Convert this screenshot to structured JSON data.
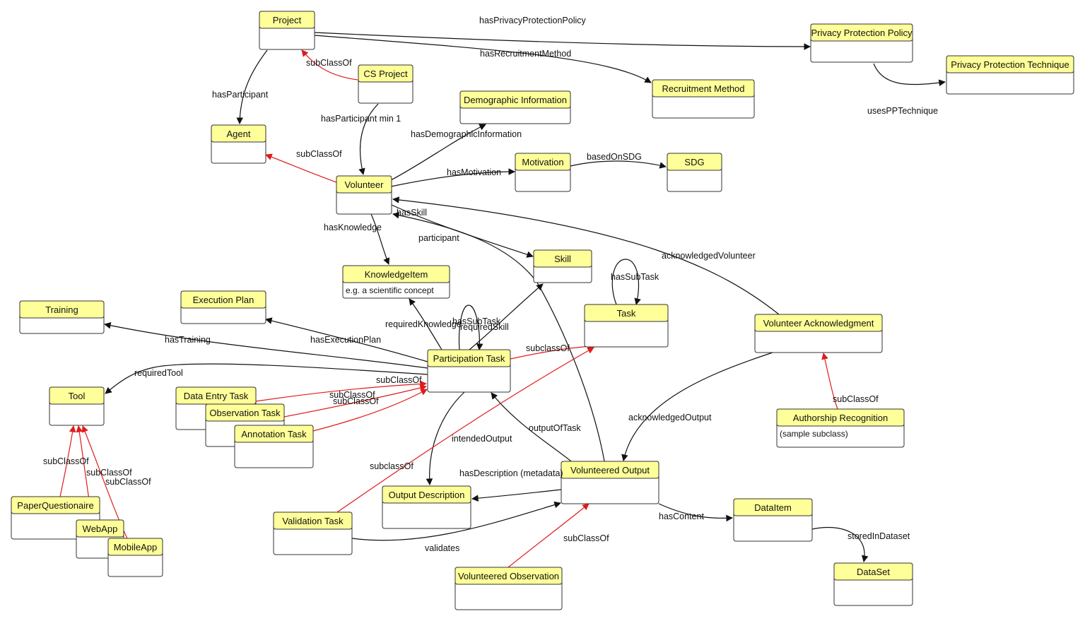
{
  "classes": [
    {
      "id": "project",
      "label": "Project"
    },
    {
      "id": "privacy_policy",
      "label": "Privacy Protection Policy"
    },
    {
      "id": "privacy_technique",
      "label": "Privacy Protection Technique"
    },
    {
      "id": "cs_project",
      "label": "CS Project"
    },
    {
      "id": "recruitment_method",
      "label": "Recruitment Method"
    },
    {
      "id": "demographic_info",
      "label": "Demographic Information"
    },
    {
      "id": "agent",
      "label": "Agent"
    },
    {
      "id": "motivation",
      "label": "Motivation"
    },
    {
      "id": "sdg",
      "label": "SDG"
    },
    {
      "id": "volunteer",
      "label": "Volunteer"
    },
    {
      "id": "skill",
      "label": "Skill"
    },
    {
      "id": "knowledge_item",
      "label": "KnowledgeItem",
      "note": "e.g. a scientific concept"
    },
    {
      "id": "execution_plan",
      "label": "Execution Plan"
    },
    {
      "id": "training",
      "label": "Training"
    },
    {
      "id": "task",
      "label": "Task"
    },
    {
      "id": "volunteer_ack",
      "label": "Volunteer Acknowledgment"
    },
    {
      "id": "participation_task",
      "label": "Participation Task"
    },
    {
      "id": "tool",
      "label": "Tool"
    },
    {
      "id": "data_entry_task",
      "label": "Data Entry Task"
    },
    {
      "id": "observation_task",
      "label": "Observation Task"
    },
    {
      "id": "annotation_task",
      "label": "Annotation Task"
    },
    {
      "id": "authorship_recognition",
      "label": "Authorship Recognition",
      "note": "(sample subclass)"
    },
    {
      "id": "volunteered_output",
      "label": "Volunteered Output"
    },
    {
      "id": "output_description",
      "label": "Output Description"
    },
    {
      "id": "paper_questionnaire",
      "label": "PaperQuestionaire"
    },
    {
      "id": "validation_task",
      "label": "Validation Task"
    },
    {
      "id": "web_app",
      "label": "WebApp"
    },
    {
      "id": "mobile_app",
      "label": "MobileApp"
    },
    {
      "id": "data_item",
      "label": "DataItem"
    },
    {
      "id": "volunteered_observation",
      "label": "Volunteered Observation"
    },
    {
      "id": "data_set",
      "label": "DataSet"
    }
  ],
  "edges": [
    {
      "id": "e_has_privacy",
      "label": "hasPrivacyProtectionPolicy",
      "kind": "property"
    },
    {
      "id": "e_has_recruit",
      "label": "hasRecruitmentMethod",
      "kind": "property"
    },
    {
      "id": "e_uses_ppt",
      "label": "usesPPTechnique",
      "kind": "property"
    },
    {
      "id": "e_cs_sub_project",
      "label": "subClassOf",
      "kind": "subclass"
    },
    {
      "id": "e_has_participant",
      "label": "hasParticipant",
      "kind": "property"
    },
    {
      "id": "e_has_participant_min",
      "label": "hasParticipant min 1",
      "kind": "property"
    },
    {
      "id": "e_vol_sub_agent",
      "label": "subClassOf",
      "kind": "subclass"
    },
    {
      "id": "e_has_demo",
      "label": "hasDemographicInformation",
      "kind": "property"
    },
    {
      "id": "e_has_motivation",
      "label": "hasMotivation",
      "kind": "property"
    },
    {
      "id": "e_based_sdg",
      "label": "basedOnSDG",
      "kind": "property"
    },
    {
      "id": "e_has_skill",
      "label": "hasSkill",
      "kind": "property"
    },
    {
      "id": "e_has_knowledge",
      "label": "hasKnowledge",
      "kind": "property"
    },
    {
      "id": "e_participant",
      "label": "participant",
      "kind": "property"
    },
    {
      "id": "e_ack_volunteer",
      "label": "acknowledgedVolunteer",
      "kind": "property"
    },
    {
      "id": "e_task_subtask",
      "label": "hasSubTask",
      "kind": "property"
    },
    {
      "id": "e_req_knowledge",
      "label": "requiredKnowledge",
      "kind": "property"
    },
    {
      "id": "e_pt_subtask",
      "label": "hasSubTask",
      "kind": "property"
    },
    {
      "id": "e_req_skill",
      "label": "requiredSkill",
      "kind": "property"
    },
    {
      "id": "e_has_exec",
      "label": "hasExecutionPlan",
      "kind": "property"
    },
    {
      "id": "e_has_training",
      "label": "hasTraining",
      "kind": "property"
    },
    {
      "id": "e_req_tool",
      "label": "requiredTool",
      "kind": "property"
    },
    {
      "id": "e_pt_sub_task",
      "label": "subclassOf",
      "kind": "subclass"
    },
    {
      "id": "e_de_sub_pt",
      "label": "subClassOf",
      "kind": "subclass"
    },
    {
      "id": "e_obs_sub_pt",
      "label": "subClassOf",
      "kind": "subclass"
    },
    {
      "id": "e_ann_sub_pt",
      "label": "subClassOf",
      "kind": "subclass"
    },
    {
      "id": "e_intended_output",
      "label": "intendedOutput",
      "kind": "property"
    },
    {
      "id": "e_output_of_task",
      "label": "outputOfTask",
      "kind": "property"
    },
    {
      "id": "e_ack_output",
      "label": "acknowledgedOutput",
      "kind": "property"
    },
    {
      "id": "e_auth_sub_ack",
      "label": "subClassOf",
      "kind": "subclass"
    },
    {
      "id": "e_has_description",
      "label": "hasDescription (metadata)",
      "kind": "property"
    },
    {
      "id": "e_val_sub_task",
      "label": "subclassOf",
      "kind": "subclass"
    },
    {
      "id": "e_validates",
      "label": "validates",
      "kind": "property"
    },
    {
      "id": "e_vobs_sub_vo",
      "label": "subClassOf",
      "kind": "subclass"
    },
    {
      "id": "e_has_content",
      "label": "hasContent",
      "kind": "property"
    },
    {
      "id": "e_stored_in",
      "label": "storedInDataset",
      "kind": "property"
    },
    {
      "id": "e_paper_sub_tool",
      "label": "subClassOf",
      "kind": "subclass"
    },
    {
      "id": "e_web_sub_tool",
      "label": "subClassOf",
      "kind": "subclass"
    },
    {
      "id": "e_mobile_sub_tool",
      "label": "subClassOf",
      "kind": "subclass"
    }
  ],
  "colors": {
    "class_header": "#ffff99",
    "class_border": "#333333",
    "property_edge": "#111111",
    "subclass_edge": "#e01b1b"
  }
}
